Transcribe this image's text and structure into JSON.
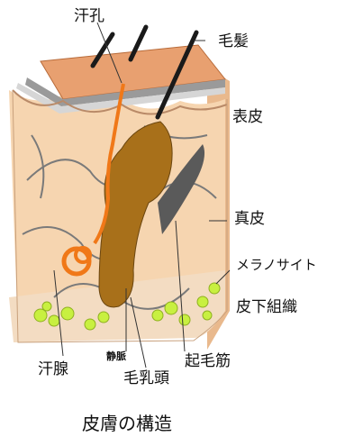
{
  "labels": {
    "sweat_pore": "汗孔",
    "hair": "毛髪",
    "epidermis": "表皮",
    "dermis": "真皮",
    "melanocyte": "メラノサイト",
    "subcutaneous": "皮下組織",
    "arrector_pili": "起毛筋",
    "dermal_papilla": "毛乳頭",
    "sweat_gland": "汗腺",
    "vein": "静脈"
  },
  "caption": "皮膚の構造",
  "colors": {
    "epidermis_top": "#e8a070",
    "dermis": "#f6d5b0",
    "hair": "#1a1a1a",
    "follicle": "#a8701a",
    "sweat_gland": "#f07818",
    "fat": "#c8f040",
    "vessel": "#7a7a7a"
  }
}
